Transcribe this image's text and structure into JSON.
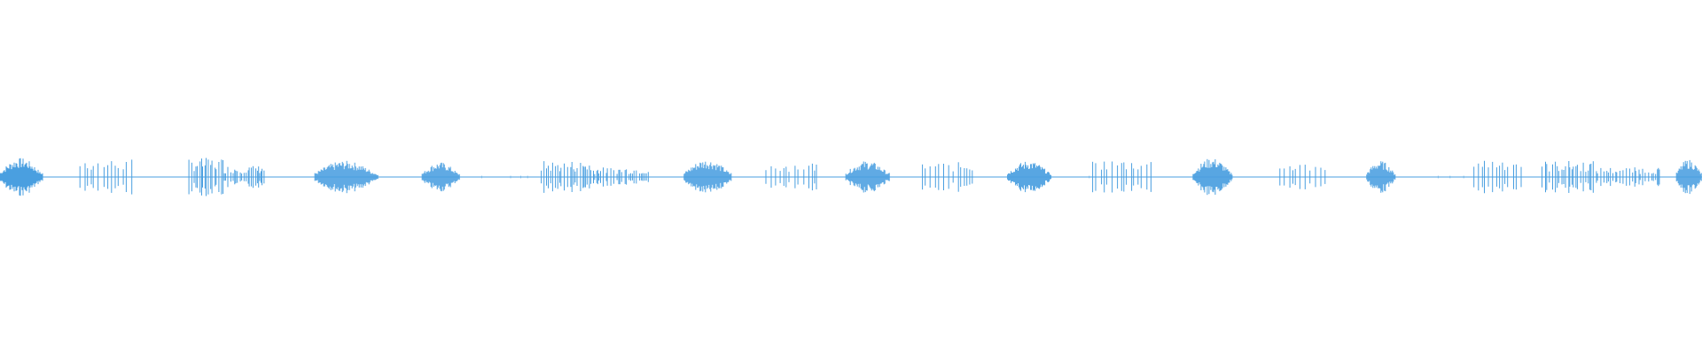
{
  "waveform": {
    "color": "#4a9fe0",
    "background": "#ffffff",
    "segments": [
      {
        "start": 0.0,
        "end": 0.025,
        "amplitude": 0.55,
        "density": "dense"
      },
      {
        "start": 0.047,
        "end": 0.08,
        "amplitude": 0.5,
        "density": "sparse"
      },
      {
        "start": 0.111,
        "end": 0.156,
        "amplitude": 0.55,
        "density": "mixed"
      },
      {
        "start": 0.185,
        "end": 0.222,
        "amplitude": 0.45,
        "density": "dense"
      },
      {
        "start": 0.248,
        "end": 0.27,
        "amplitude": 0.4,
        "density": "dense"
      },
      {
        "start": 0.318,
        "end": 0.381,
        "amplitude": 0.45,
        "density": "mixed"
      },
      {
        "start": 0.402,
        "end": 0.43,
        "amplitude": 0.5,
        "density": "dense"
      },
      {
        "start": 0.45,
        "end": 0.48,
        "amplitude": 0.4,
        "density": "sparse"
      },
      {
        "start": 0.497,
        "end": 0.523,
        "amplitude": 0.45,
        "density": "dense"
      },
      {
        "start": 0.542,
        "end": 0.572,
        "amplitude": 0.4,
        "density": "sparse"
      },
      {
        "start": 0.592,
        "end": 0.618,
        "amplitude": 0.45,
        "density": "dense"
      },
      {
        "start": 0.642,
        "end": 0.678,
        "amplitude": 0.5,
        "density": "sparse"
      },
      {
        "start": 0.701,
        "end": 0.724,
        "amplitude": 0.55,
        "density": "dense"
      },
      {
        "start": 0.752,
        "end": 0.78,
        "amplitude": 0.4,
        "density": "sparse"
      },
      {
        "start": 0.803,
        "end": 0.82,
        "amplitude": 0.45,
        "density": "dense"
      },
      {
        "start": 0.866,
        "end": 0.897,
        "amplitude": 0.55,
        "density": "sparse"
      },
      {
        "start": 0.906,
        "end": 0.975,
        "amplitude": 0.45,
        "density": "mixed"
      },
      {
        "start": 0.985,
        "end": 1.0,
        "amplitude": 0.5,
        "density": "dense"
      }
    ],
    "faint_ticks": [
      0.283,
      0.3,
      0.306,
      0.31,
      0.64,
      0.845,
      0.852,
      0.86
    ]
  }
}
